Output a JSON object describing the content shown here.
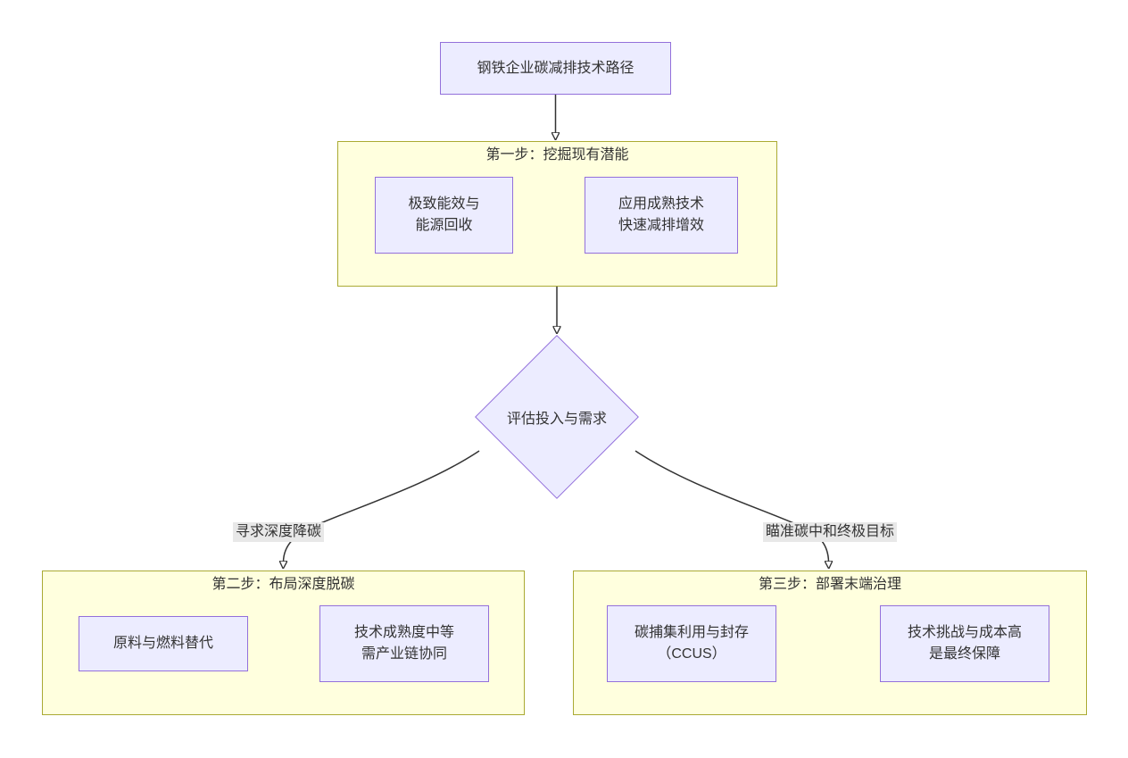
{
  "colors": {
    "node_fill": "#ECECFF",
    "node_border": "#9370DB",
    "cluster_fill": "#FFFFDE",
    "cluster_border": "#AAAA33",
    "edge": "#333333",
    "edge_label_bg": "#E8E8E8",
    "text": "#333333",
    "background": "#FFFFFF"
  },
  "flowchart": {
    "root": {
      "label": "钢铁企业碳减排技术路径"
    },
    "decision": {
      "label": "评估投入与需求"
    },
    "branch_left_label": "寻求深度降碳",
    "branch_right_label": "瞄准碳中和终极目标",
    "step1": {
      "title": "第一步：挖掘现有潜能",
      "node_a": {
        "line1": "极致能效与",
        "line2": "能源回收"
      },
      "node_b": {
        "line1": "应用成熟技术",
        "line2": "快速减排增效"
      }
    },
    "step2": {
      "title": "第二步：布局深度脱碳",
      "node_c": {
        "line1": "原料与燃料替代"
      },
      "node_d": {
        "line1": "技术成熟度中等",
        "line2": "需产业链协同"
      }
    },
    "step3": {
      "title": "第三步：部署末端治理",
      "node_e": {
        "line1": "碳捕集利用与封存",
        "line2": "（CCUS）"
      },
      "node_f": {
        "line1": "技术挑战与成本高",
        "line2": "是最终保障"
      }
    }
  }
}
